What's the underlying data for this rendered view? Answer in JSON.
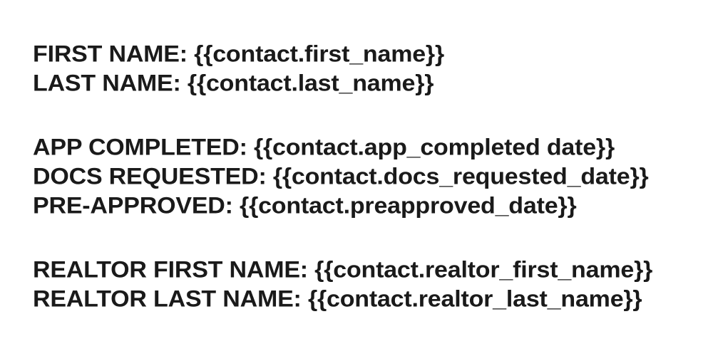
{
  "page": {
    "background_color": "#ffffff",
    "text_color": "#1a1a1a"
  },
  "content": {
    "groups": [
      {
        "lines": [
          {
            "label": "FIRST NAME:",
            "token": "{{contact.first_name}}"
          },
          {
            "label": "LAST NAME:",
            "token": "{{contact.last_name}}"
          }
        ]
      },
      {
        "lines": [
          {
            "label": "APP COMPLETED:",
            "token": "{{contact.app_completed date}}"
          },
          {
            "label": "DOCS REQUESTED:",
            "token": "{{contact.docs_requested_date}}"
          },
          {
            "label": "PRE-APPROVED:",
            "token": "{{contact.preapproved_date}}"
          }
        ]
      },
      {
        "lines": [
          {
            "label": "REALTOR FIRST NAME:",
            "token": "{{contact.realtor_first_name}}"
          },
          {
            "label": "REALTOR LAST NAME:",
            "token": "{{contact.realtor_last_name}}"
          }
        ]
      }
    ]
  }
}
